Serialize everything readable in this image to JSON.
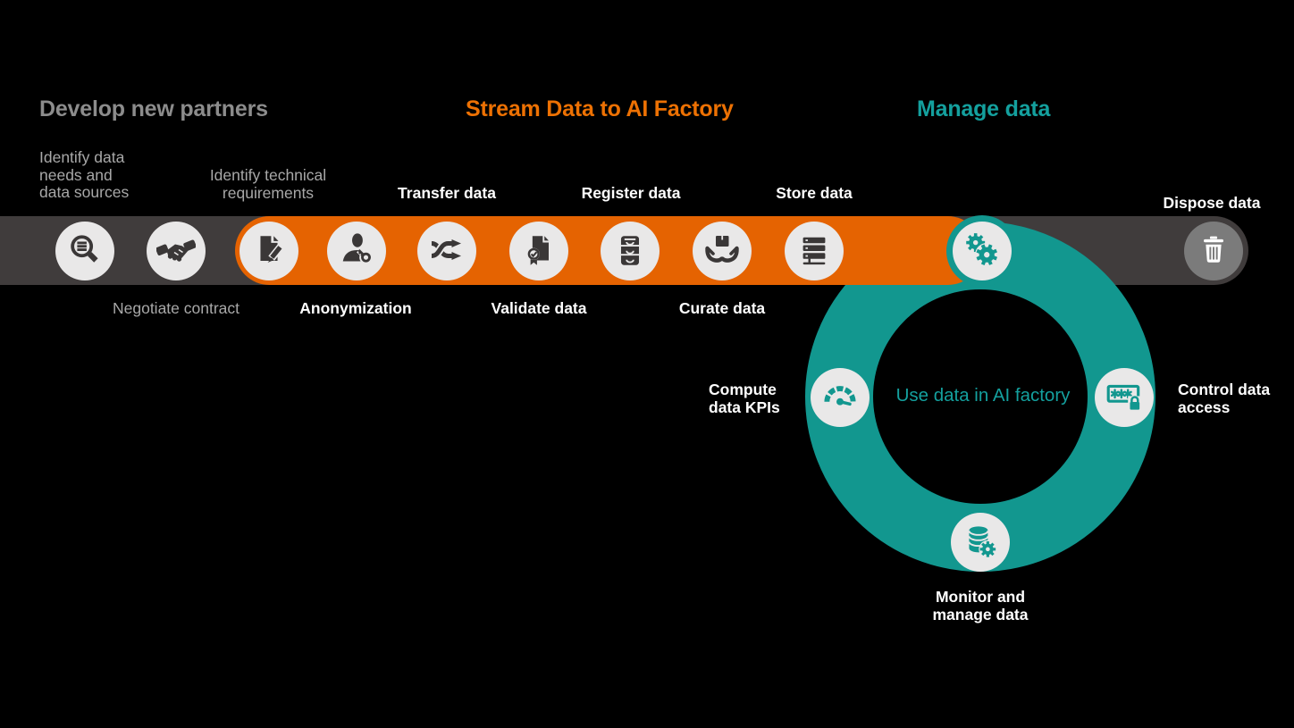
{
  "headings": {
    "develop": "Develop new partners",
    "stream": "Stream Data to AI Factory",
    "manage": "Manage data"
  },
  "stage_labels": {
    "identify_needs": [
      "Identify data",
      "needs and",
      "data sources"
    ],
    "identify_tech": [
      "Identify technical",
      "requirements"
    ],
    "negotiate": "Negotiate contract",
    "anonymization": "Anonymization",
    "transfer": "Transfer data",
    "validate": "Validate data",
    "register": "Register data",
    "curate": "Curate data",
    "store": "Store data",
    "dispose": "Dispose data"
  },
  "ring": {
    "center": "Use data in AI factory",
    "compute": [
      "Compute",
      "data KPIs"
    ],
    "control": [
      "Control data",
      "access"
    ],
    "monitor": [
      "Monitor and",
      "manage data"
    ]
  },
  "icons": {
    "identify_needs": "magnifier-document-icon",
    "negotiate": "handshake-icon",
    "identify_tech": "contract-pencil-icon",
    "anonymization": "person-key-icon",
    "transfer": "shuffle-arrows-icon",
    "validate": "certified-document-icon",
    "register": "drawer-cabinet-icon",
    "curate": "hands-box-icon",
    "store": "server-stack-icon",
    "use_data": "gears-icon",
    "compute": "gauge-icon",
    "control": "password-lock-icon",
    "monitor": "database-gear-icon",
    "dispose": "trash-icon"
  },
  "colors": {
    "background": "#000000",
    "bar_gray": "#403C3C",
    "orange_segment": "#E56301",
    "orange_heading": "#ED7103",
    "teal_ring": "#12978F",
    "teal_heading": "#14A09E",
    "icon_circle": "#E9E8E8",
    "icon_glyph": "#3A3737",
    "gray_label": "#A8A8A8",
    "gray_heading": "#8C8C8C",
    "white_label": "#FFFFFF",
    "dispose_circle": "#7B7B7B"
  }
}
